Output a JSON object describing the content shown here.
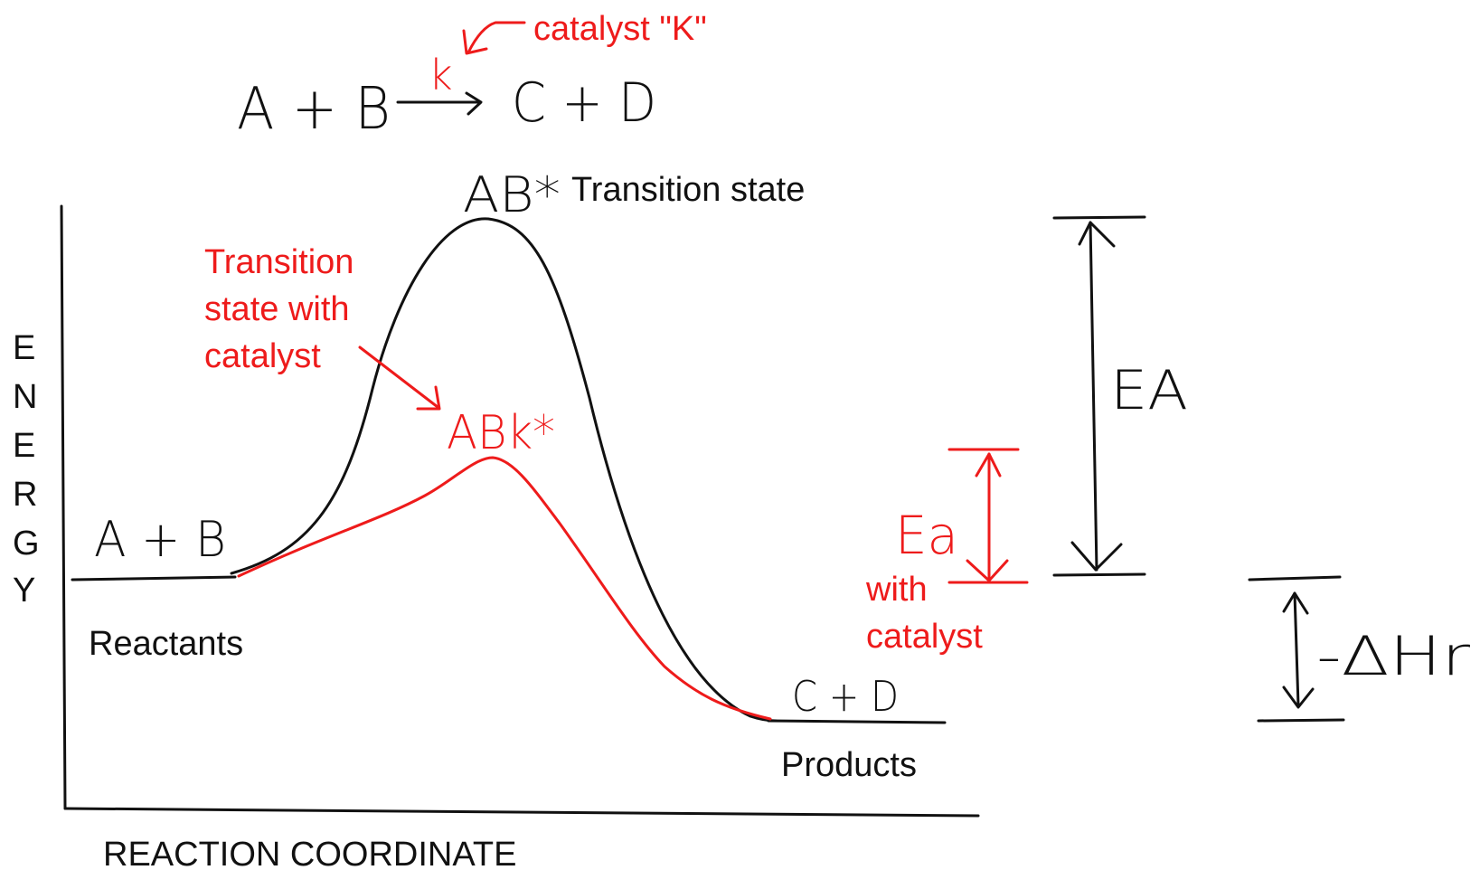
{
  "equation": {
    "reactants": "A + B",
    "catalyst_symbol": "k",
    "products": "C + D",
    "catalyst_note": "catalyst \"K\""
  },
  "axes": {
    "y_label_letters": [
      "E",
      "N",
      "E",
      "R",
      "G",
      "Y"
    ],
    "x_label": "REACTION COORDINATE"
  },
  "labels": {
    "reactants_formula": "A + B",
    "reactants_name": "Reactants",
    "products_formula": "C + D",
    "products_name": "Products",
    "transition_formula": "AB*",
    "transition_name": "Transition state",
    "catalyzed_transition_formula": "ABk*",
    "catalyzed_note_lines": [
      "Transition",
      "state with",
      "catalyst"
    ],
    "ea": "EA",
    "ea_catalyst_symbol": "Ea",
    "ea_catalyst_lines": [
      "with",
      "catalyst"
    ],
    "delta_h": "-ΔHr"
  },
  "colors": {
    "ink": "#111111",
    "catalyst": "#ee1b1b"
  }
}
